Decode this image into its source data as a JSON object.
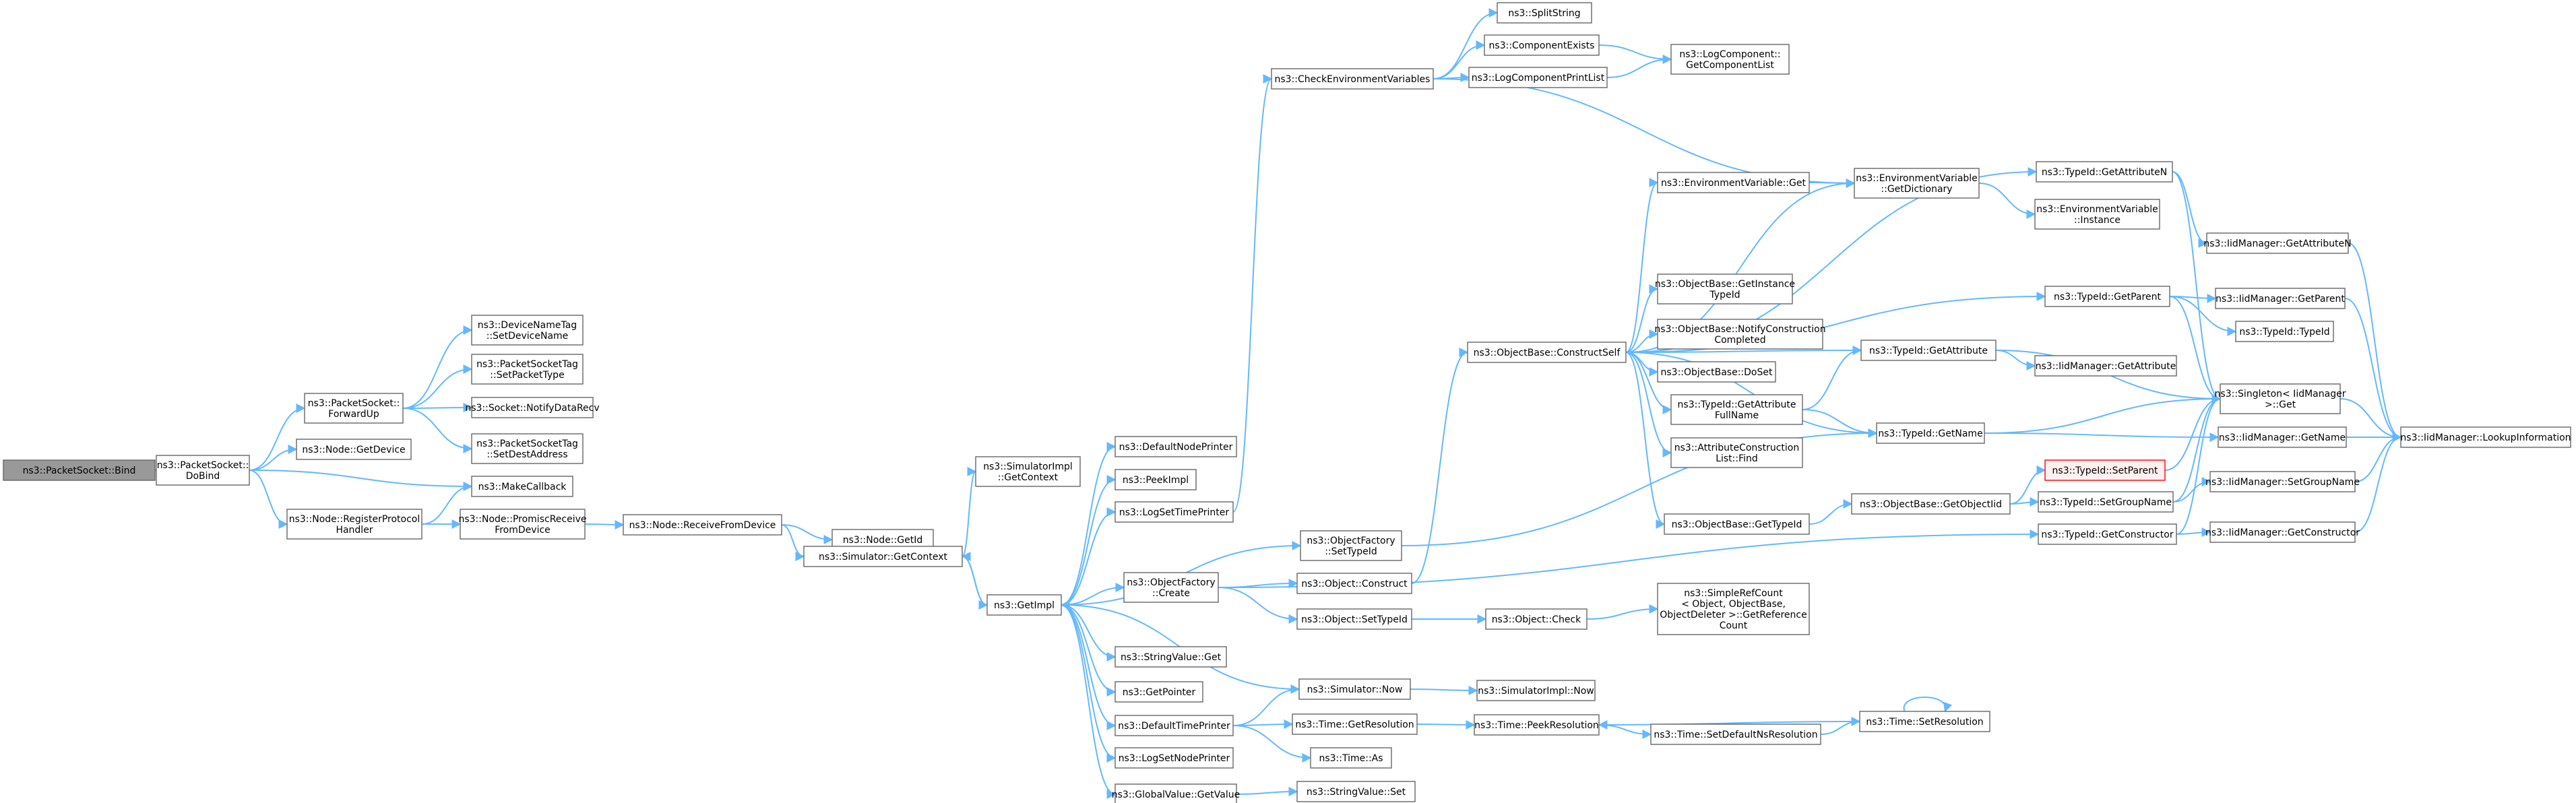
{
  "nodes": [
    {
      "id": "bind",
      "label": [
        "ns3::PacketSocket::Bind"
      ]
    },
    {
      "id": "dobind",
      "label": [
        "ns3::PacketSocket::",
        "DoBind"
      ]
    },
    {
      "id": "forwardup",
      "label": [
        "ns3::PacketSocket::",
        "ForwardUp"
      ]
    },
    {
      "id": "nodegetdevice",
      "label": [
        "ns3::Node::GetDevice"
      ]
    },
    {
      "id": "makecallback",
      "label": [
        "ns3::MakeCallback"
      ]
    },
    {
      "id": "registerprotocol",
      "label": [
        "ns3::Node::RegisterProtocol",
        "Handler"
      ]
    },
    {
      "id": "devicenametag",
      "label": [
        "ns3::DeviceNameTag",
        "::SetDeviceName"
      ]
    },
    {
      "id": "setpackettype",
      "label": [
        "ns3::PacketSocketTag",
        "::SetPacketType"
      ]
    },
    {
      "id": "notifydatarecv",
      "label": [
        "ns3::Socket::NotifyDataRecv"
      ]
    },
    {
      "id": "setdestaddress",
      "label": [
        "ns3::PacketSocketTag",
        "::SetDestAddress"
      ]
    },
    {
      "id": "promiscreceive",
      "label": [
        "ns3::Node::PromiscReceive",
        "FromDevice"
      ]
    },
    {
      "id": "receivefromdevice",
      "label": [
        "ns3::Node::ReceiveFromDevice"
      ]
    },
    {
      "id": "nodegetid",
      "label": [
        "ns3::Node::GetId"
      ]
    },
    {
      "id": "simgetcontext",
      "label": [
        "ns3::Simulator::GetContext"
      ]
    },
    {
      "id": "simimplgetcontext",
      "label": [
        "ns3::SimulatorImpl",
        "::GetContext"
      ]
    },
    {
      "id": "getimpl",
      "label": [
        "ns3::GetImpl"
      ]
    },
    {
      "id": "defaultnodeprinter",
      "label": [
        "ns3::DefaultNodePrinter"
      ]
    },
    {
      "id": "peekimpl",
      "label": [
        "ns3::PeekImpl"
      ]
    },
    {
      "id": "logsettimeprinter",
      "label": [
        "ns3::LogSetTimePrinter"
      ]
    },
    {
      "id": "objfactorysettypeid",
      "label": [
        "ns3::ObjectFactory",
        "::SetTypeId"
      ]
    },
    {
      "id": "objfactorycreate",
      "label": [
        "ns3::ObjectFactory",
        "::Create"
      ]
    },
    {
      "id": "stringvalueget",
      "label": [
        "ns3::StringValue::Get"
      ]
    },
    {
      "id": "getpointer",
      "label": [
        "ns3::GetPointer"
      ]
    },
    {
      "id": "defaulttimeprinter",
      "label": [
        "ns3::DefaultTimePrinter"
      ]
    },
    {
      "id": "logsetnodeprinter",
      "label": [
        "ns3::LogSetNodePrinter"
      ]
    },
    {
      "id": "globalvaluegetvalue",
      "label": [
        "ns3::GlobalValue::GetValue"
      ]
    },
    {
      "id": "checkenv",
      "label": [
        "ns3::CheckEnvironmentVariables"
      ]
    },
    {
      "id": "splitstring",
      "label": [
        "ns3::SplitString"
      ]
    },
    {
      "id": "componentexists",
      "label": [
        "ns3::ComponentExists"
      ]
    },
    {
      "id": "logcomponentprintlist",
      "label": [
        "ns3::LogComponentPrintList"
      ]
    },
    {
      "id": "logcomponentgetlist",
      "label": [
        "ns3::LogComponent::",
        "GetComponentList"
      ]
    },
    {
      "id": "envvarget",
      "label": [
        "ns3::EnvironmentVariable::Get"
      ]
    },
    {
      "id": "envvargetdict",
      "label": [
        "ns3::EnvironmentVariable",
        "::GetDictionary"
      ]
    },
    {
      "id": "envvarinstance",
      "label": [
        "ns3::EnvironmentVariable",
        "::Instance"
      ]
    },
    {
      "id": "constructself",
      "label": [
        "ns3::ObjectBase::ConstructSelf"
      ]
    },
    {
      "id": "getinstancetypeid",
      "label": [
        "ns3::ObjectBase::GetInstance",
        "TypeId"
      ]
    },
    {
      "id": "notifyconstruction",
      "label": [
        "ns3::ObjectBase::NotifyConstruction",
        "Completed"
      ]
    },
    {
      "id": "doset",
      "label": [
        "ns3::ObjectBase::DoSet"
      ]
    },
    {
      "id": "getattrfullname",
      "label": [
        "ns3::TypeId::GetAttribute",
        "FullName"
      ]
    },
    {
      "id": "attrconstructionfind",
      "label": [
        "ns3::AttributeConstruction",
        "List::Find"
      ]
    },
    {
      "id": "objbasegettypeid",
      "label": [
        "ns3::ObjectBase::GetTypeId"
      ]
    },
    {
      "id": "objectconstruct",
      "label": [
        "ns3::Object::Construct"
      ]
    },
    {
      "id": "objectsettypeid",
      "label": [
        "ns3::Object::SetTypeId"
      ]
    },
    {
      "id": "objectcheck",
      "label": [
        "ns3::Object::Check"
      ]
    },
    {
      "id": "simplerefcount",
      "label": [
        "ns3::SimpleRefCount",
        "< Object, ObjectBase,",
        "ObjectDeleter >::GetReference",
        "Count"
      ]
    },
    {
      "id": "simnow",
      "label": [
        "ns3::Simulator::Now"
      ]
    },
    {
      "id": "simimplnow",
      "label": [
        "ns3::SimulatorImpl::Now"
      ]
    },
    {
      "id": "timegetresolution",
      "label": [
        "ns3::Time::GetResolution"
      ]
    },
    {
      "id": "timeas",
      "label": [
        "ns3::Time::As"
      ]
    },
    {
      "id": "stringvalueset",
      "label": [
        "ns3::StringValue::Set"
      ]
    },
    {
      "id": "peekresolution",
      "label": [
        "ns3::Time::PeekResolution"
      ]
    },
    {
      "id": "setdefaultnsres",
      "label": [
        "ns3::Time::SetDefaultNsResolution"
      ]
    },
    {
      "id": "setresolution",
      "label": [
        "ns3::Time::SetResolution"
      ]
    },
    {
      "id": "typeidgetattrn",
      "label": [
        "ns3::TypeId::GetAttributeN"
      ]
    },
    {
      "id": "typeidgetparent",
      "label": [
        "ns3::TypeId::GetParent"
      ]
    },
    {
      "id": "typeidgetattribute",
      "label": [
        "ns3::TypeId::GetAttribute"
      ]
    },
    {
      "id": "typeidgetname",
      "label": [
        "ns3::TypeId::GetName"
      ]
    },
    {
      "id": "getobjectiid",
      "label": [
        "ns3::ObjectBase::GetObjectIid"
      ]
    },
    {
      "id": "typeidsetparent",
      "label": [
        "ns3::TypeId::SetParent"
      ]
    },
    {
      "id": "typeidsetgroupname",
      "label": [
        "ns3::TypeId::SetGroupName"
      ]
    },
    {
      "id": "typeidgetconstructor",
      "label": [
        "ns3::TypeId::GetConstructor"
      ]
    },
    {
      "id": "iidgetattrn",
      "label": [
        "ns3::IidManager::GetAttributeN"
      ]
    },
    {
      "id": "iidgetparent",
      "label": [
        "ns3::IidManager::GetParent"
      ]
    },
    {
      "id": "typeidtypeid",
      "label": [
        "ns3::TypeId::TypeId"
      ]
    },
    {
      "id": "iidgetattribute",
      "label": [
        "ns3::IidManager::GetAttribute"
      ]
    },
    {
      "id": "singletonget",
      "label": [
        "ns3::Singleton< IidManager",
        ">::Get"
      ]
    },
    {
      "id": "iidgetname",
      "label": [
        "ns3::IidManager::GetName"
      ]
    },
    {
      "id": "iidsetgroupname",
      "label": [
        "ns3::IidManager::SetGroupName"
      ]
    },
    {
      "id": "iidgetconstructor",
      "label": [
        "ns3::IidManager::GetConstructor"
      ]
    },
    {
      "id": "iidlookupinfo",
      "label": [
        "ns3::IidManager::LookupInformation"
      ]
    }
  ],
  "edges": [
    [
      "bind",
      "dobind"
    ],
    [
      "dobind",
      "forwardup"
    ],
    [
      "dobind",
      "nodegetdevice"
    ],
    [
      "dobind",
      "makecallback"
    ],
    [
      "dobind",
      "registerprotocol"
    ],
    [
      "forwardup",
      "devicenametag"
    ],
    [
      "forwardup",
      "setpackettype"
    ],
    [
      "forwardup",
      "notifydatarecv"
    ],
    [
      "forwardup",
      "setdestaddress"
    ],
    [
      "registerprotocol",
      "makecallback"
    ],
    [
      "registerprotocol",
      "promiscreceive"
    ],
    [
      "promiscreceive",
      "receivefromdevice"
    ],
    [
      "receivefromdevice",
      "simgetcontext"
    ],
    [
      "receivefromdevice",
      "nodegetid"
    ],
    [
      "simgetcontext",
      "simimplgetcontext"
    ],
    [
      "simgetcontext",
      "getimpl"
    ],
    [
      "getimpl",
      "simgetcontext"
    ],
    [
      "getimpl",
      "defaultnodeprinter"
    ],
    [
      "getimpl",
      "peekimpl"
    ],
    [
      "getimpl",
      "logsettimeprinter"
    ],
    [
      "getimpl",
      "objfactorysettypeid"
    ],
    [
      "getimpl",
      "objfactorycreate"
    ],
    [
      "getimpl",
      "stringvalueget"
    ],
    [
      "getimpl",
      "getpointer"
    ],
    [
      "getimpl",
      "defaulttimeprinter"
    ],
    [
      "getimpl",
      "logsetnodeprinter"
    ],
    [
      "getimpl",
      "globalvaluegetvalue"
    ],
    [
      "logsettimeprinter",
      "checkenv"
    ],
    [
      "checkenv",
      "splitstring"
    ],
    [
      "checkenv",
      "componentexists"
    ],
    [
      "checkenv",
      "logcomponentprintlist"
    ],
    [
      "checkenv",
      "envvargetdict"
    ],
    [
      "componentexists",
      "logcomponentgetlist"
    ],
    [
      "logcomponentprintlist",
      "logcomponentgetlist"
    ],
    [
      "envvarget",
      "envvargetdict"
    ],
    [
      "envvargetdict",
      "envvarinstance"
    ],
    [
      "objfactorysettypeid",
      "typeidgetname"
    ],
    [
      "objfactorycreate",
      "objectconstruct"
    ],
    [
      "objfactorycreate",
      "objectsettypeid"
    ],
    [
      "objfactorycreate",
      "typeidgetconstructor"
    ],
    [
      "objectconstruct",
      "constructself"
    ],
    [
      "objectsettypeid",
      "objectcheck"
    ],
    [
      "objectcheck",
      "simplerefcount"
    ],
    [
      "constructself",
      "envvarget"
    ],
    [
      "constructself",
      "envvargetdict"
    ],
    [
      "constructself",
      "getinstancetypeid"
    ],
    [
      "constructself",
      "notifyconstruction"
    ],
    [
      "constructself",
      "doset"
    ],
    [
      "constructself",
      "getattrfullname"
    ],
    [
      "constructself",
      "attrconstructionfind"
    ],
    [
      "constructself",
      "objbasegettypeid"
    ],
    [
      "constructself",
      "typeidgetattrn"
    ],
    [
      "constructself",
      "typeidgetparent"
    ],
    [
      "constructself",
      "typeidgetattribute"
    ],
    [
      "constructself",
      "typeidgetname"
    ],
    [
      "getattrfullname",
      "typeidgetattribute"
    ],
    [
      "getattrfullname",
      "typeidgetname"
    ],
    [
      "objbasegettypeid",
      "getobjectiid"
    ],
    [
      "getobjectiid",
      "typeidsetparent"
    ],
    [
      "getobjectiid",
      "typeidsetgroupname"
    ],
    [
      "defaulttimeprinter",
      "simnow"
    ],
    [
      "defaulttimeprinter",
      "timegetresolution"
    ],
    [
      "defaulttimeprinter",
      "timeas"
    ],
    [
      "simnow",
      "getimpl"
    ],
    [
      "simnow",
      "simimplnow"
    ],
    [
      "timegetresolution",
      "peekresolution"
    ],
    [
      "globalvaluegetvalue",
      "stringvalueset"
    ],
    [
      "peekresolution",
      "setdefaultnsres"
    ],
    [
      "setdefaultnsres",
      "setresolution"
    ],
    [
      "setresolution",
      "peekresolution"
    ],
    [
      "setresolution",
      "setresolution"
    ],
    [
      "typeidgetattrn",
      "iidgetattrn"
    ],
    [
      "typeidgetattrn",
      "singletonget"
    ],
    [
      "typeidgetparent",
      "iidgetparent"
    ],
    [
      "typeidgetparent",
      "typeidtypeid"
    ],
    [
      "typeidgetparent",
      "singletonget"
    ],
    [
      "typeidgetattribute",
      "iidgetattribute"
    ],
    [
      "typeidgetattribute",
      "singletonget"
    ],
    [
      "typeidgetname",
      "iidgetname"
    ],
    [
      "typeidgetname",
      "singletonget"
    ],
    [
      "typeidsetparent",
      "singletonget"
    ],
    [
      "typeidsetgroupname",
      "iidsetgroupname"
    ],
    [
      "typeidsetgroupname",
      "singletonget"
    ],
    [
      "typeidgetconstructor",
      "iidgetconstructor"
    ],
    [
      "typeidgetconstructor",
      "singletonget"
    ],
    [
      "iidgetattrn",
      "iidlookupinfo"
    ],
    [
      "iidgetparent",
      "iidlookupinfo"
    ],
    [
      "iidgetname",
      "iidlookupinfo"
    ],
    [
      "iidsetgroupname",
      "iidlookupinfo"
    ],
    [
      "iidgetconstructor",
      "iidlookupinfo"
    ],
    [
      "singletonget",
      "iidlookupinfo"
    ]
  ],
  "colors": {
    "edge": "#63b8ff",
    "node_border": "#666666",
    "root_fill": "#999999",
    "highlight_border": "#ff0000"
  }
}
